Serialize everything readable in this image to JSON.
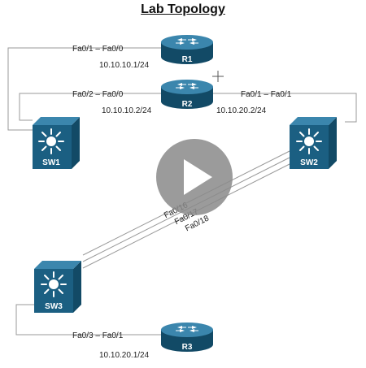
{
  "title": "Lab Topology",
  "devices": {
    "r1": "R1",
    "r2": "R2",
    "r3": "R3",
    "sw1": "SW1",
    "sw2": "SW2",
    "sw3": "SW3"
  },
  "links": {
    "r1_sw1": "Fa0/1 – Fa0/0",
    "r2_sw1": "Fa0/2 – Fa0/0",
    "r2_sw2": "Fa0/1 – Fa0/1",
    "r3_sw3": "Fa0/3 – Fa0/1",
    "trunk_1": "Fa0/16",
    "trunk_2": "Fa0/17",
    "trunk_3": "Fa0/18"
  },
  "addresses": {
    "r1": "10.10.10.1/24",
    "r2_left": "10.10.10.2/24",
    "r2_right": "10.10.20.2/24",
    "r3": "10.10.20.1/24"
  },
  "colors": {
    "device_fill": "#1b5f82",
    "device_dark": "#124a66",
    "device_light": "#3b86ad",
    "line": "#9a9a9a",
    "play_button": "#8a8a8a"
  },
  "icons": {
    "play": "play-icon",
    "router": "router-icon",
    "switch": "switch-icon",
    "cursor": "crosshair-cursor-icon"
  }
}
